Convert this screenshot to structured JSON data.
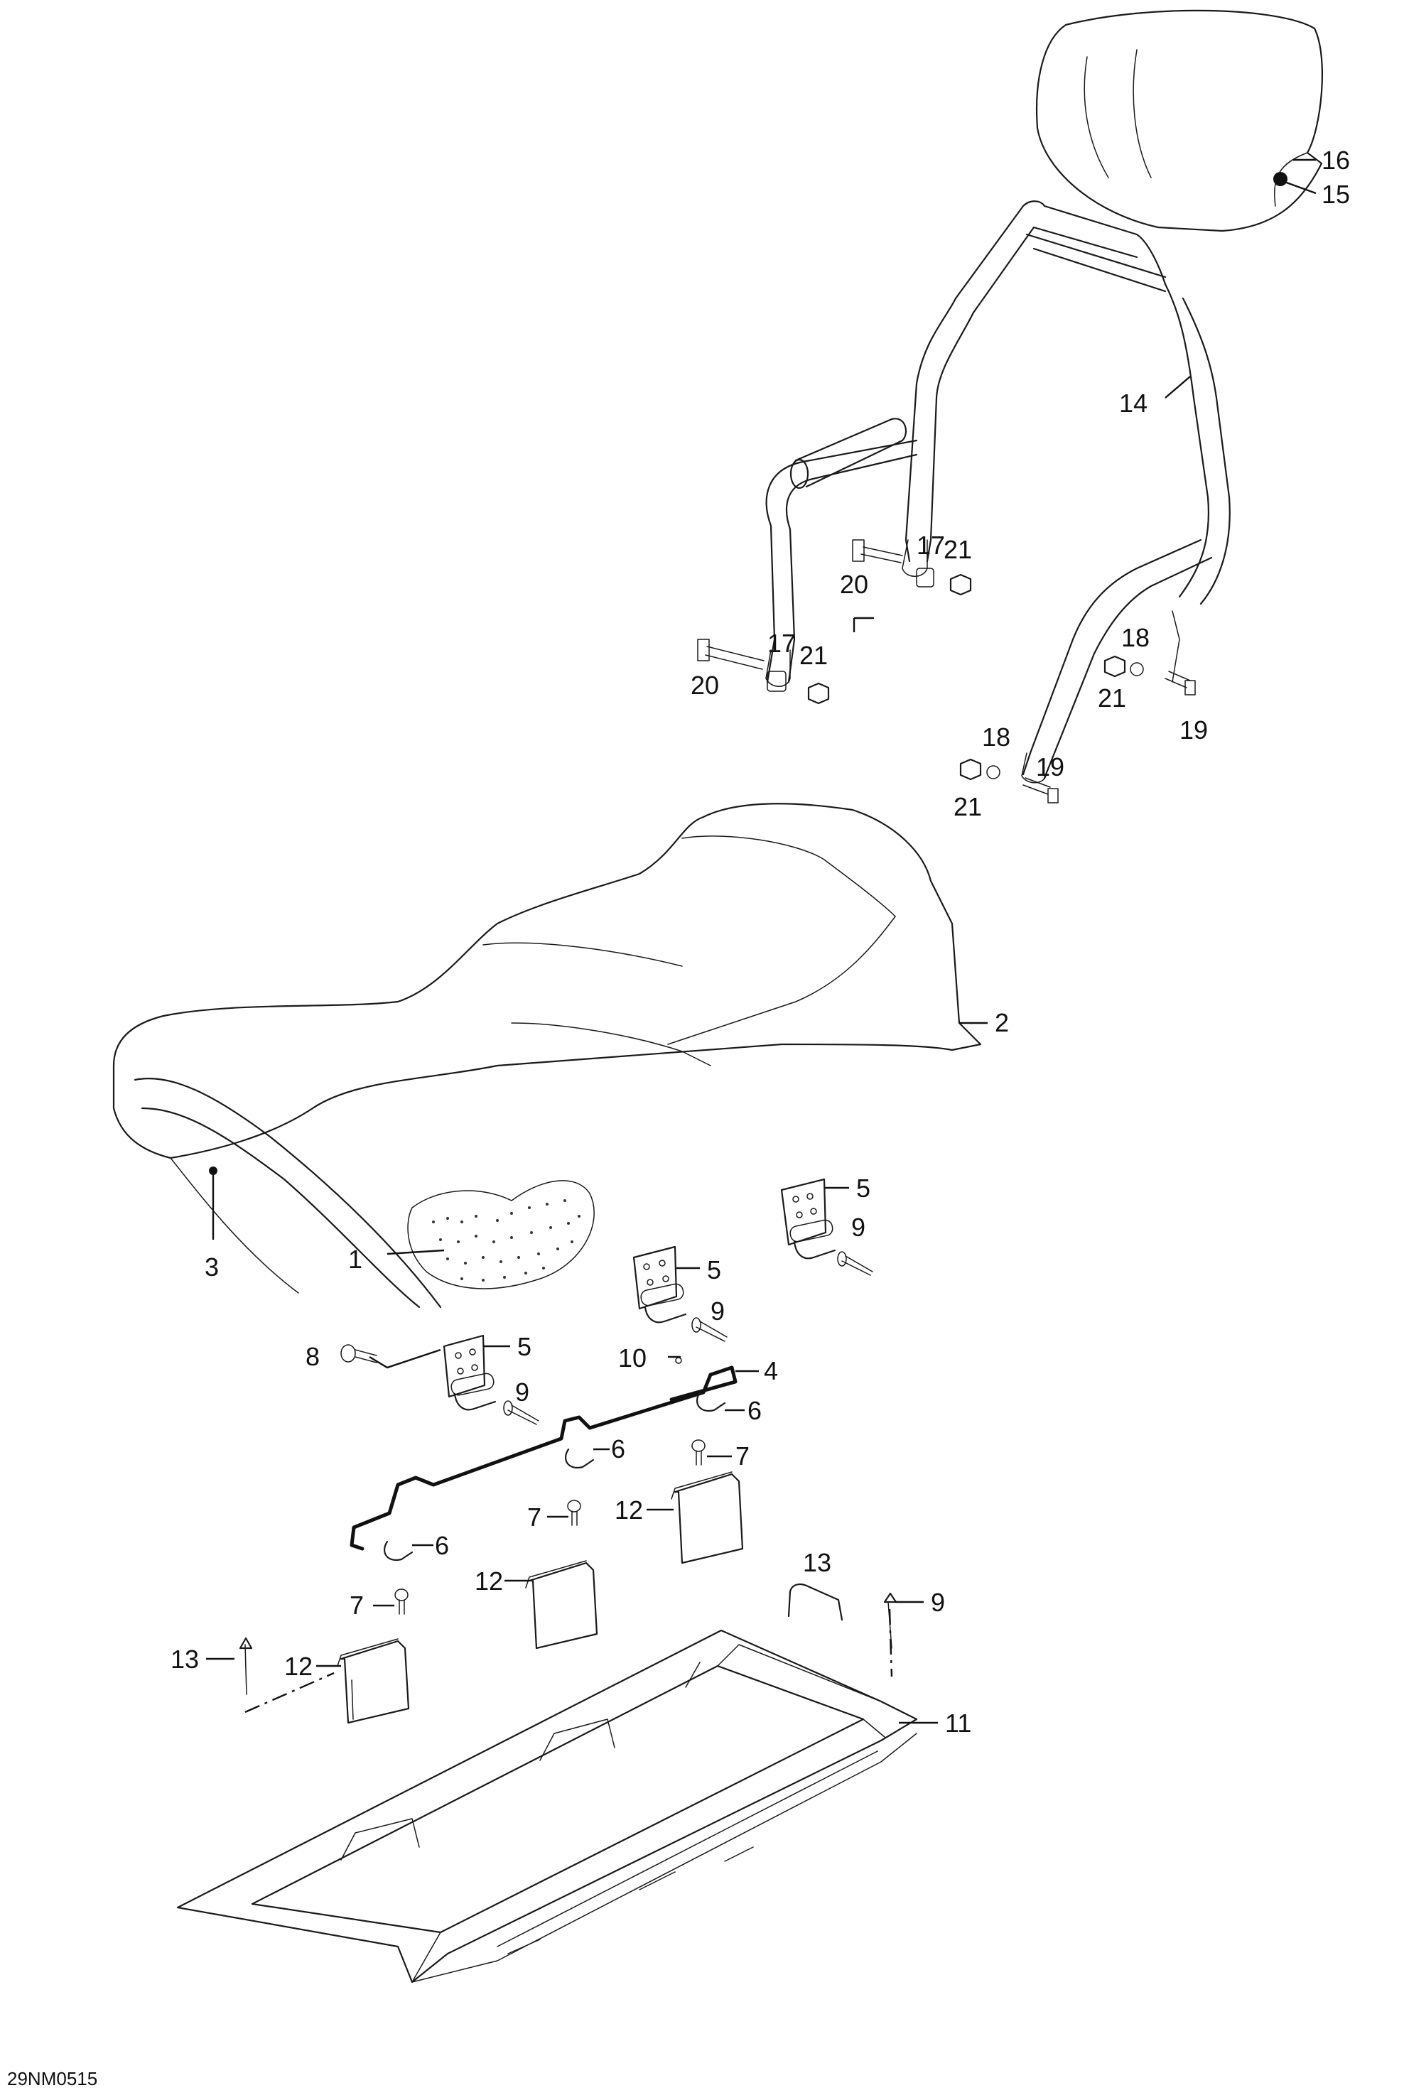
{
  "reference_code": "29NM0515",
  "callouts": {
    "c1": "1",
    "c2": "2",
    "c3": "3",
    "c4": "4",
    "c5": "5",
    "c6": "6",
    "c7": "7",
    "c8": "8",
    "c9": "9",
    "c10": "10",
    "c11": "11",
    "c12": "12",
    "c13": "13",
    "c14": "14",
    "c15": "15",
    "c16": "16",
    "c17": "17",
    "c18": "18",
    "c19": "19",
    "c20": "20",
    "c21": "21"
  }
}
